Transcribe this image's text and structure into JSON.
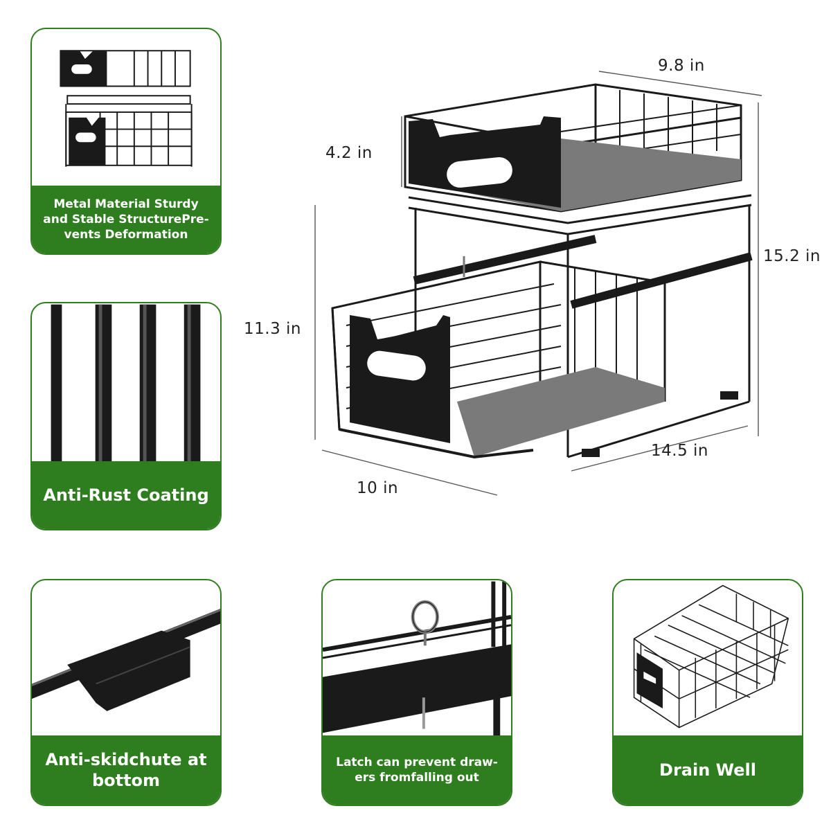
{
  "colors": {
    "accent_green": "#2e7d1e",
    "metal": "#1a1a1a",
    "shelf_gray": "#7a7a7a"
  },
  "features": [
    {
      "label": "Metal Material Sturdy and Stable StructurePre-vents Deformation",
      "icon": "two-tier-organizer-thumbnail"
    },
    {
      "label": "Anti-Rust Coating",
      "icon": "metal-bars-closeup"
    },
    {
      "label": "Anti-skidchute at bottom",
      "icon": "anti-skid-rail-closeup"
    },
    {
      "label": "Latch can prevent draw-ers fromfalling out",
      "icon": "latch-ring-closeup"
    },
    {
      "label": "Drain Well",
      "icon": "wire-basket-drain"
    }
  ],
  "dimensions": {
    "width": "9.8 in",
    "drawer_height": "4.2 in",
    "total_height": "15.2 in",
    "lower_height": "11.3 in",
    "depth": "14.5 in",
    "front_width": "10 in"
  }
}
